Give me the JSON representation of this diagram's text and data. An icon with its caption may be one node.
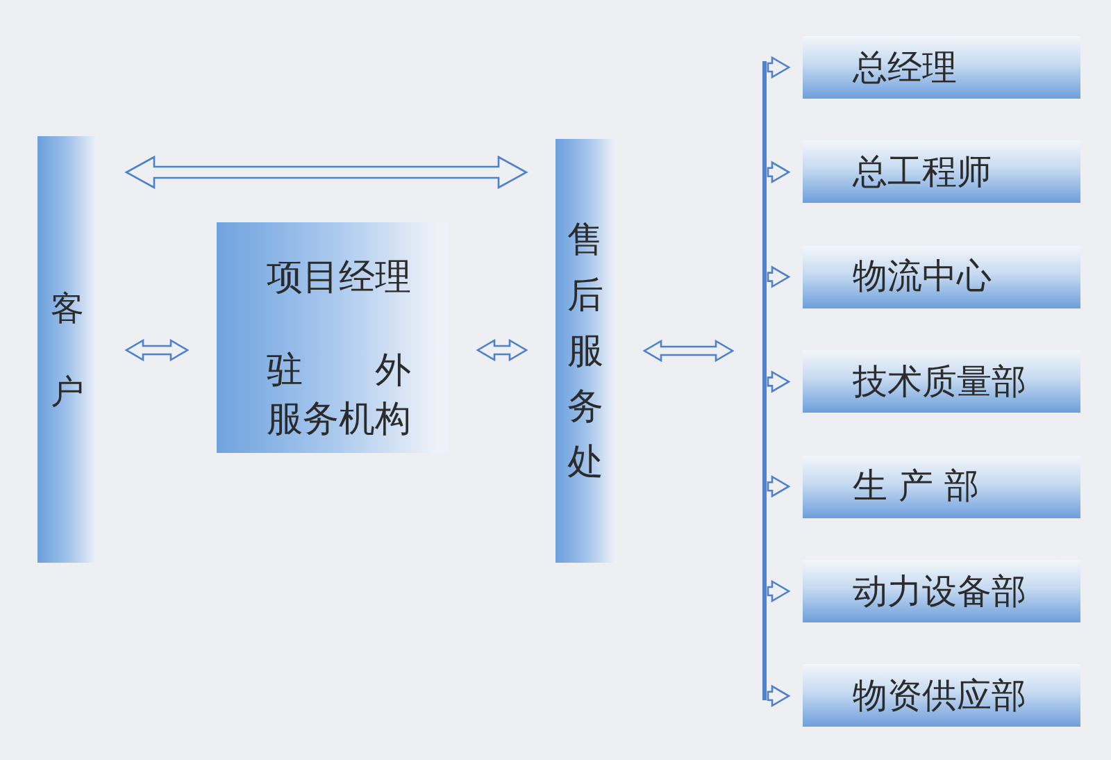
{
  "diagram": {
    "nodes": [
      {
        "text": [
          "客户"
        ]
      },
      {
        "text": [
          "项目经理",
          "驻外服务机构"
        ]
      },
      {
        "text": [
          "售后服务处"
        ]
      },
      {
        "text": [],
        "shape": "bar"
      },
      {
        "text": [
          "总经理"
        ]
      },
      {
        "text": [
          "总工程师"
        ]
      },
      {
        "text": [
          "物流中心"
        ]
      },
      {
        "text": [
          "技术质量部"
        ]
      },
      {
        "text": [
          "生 产 部"
        ]
      },
      {
        "text": [
          "动力设备部"
        ]
      },
      {
        "text": [
          "物资供应部"
        ]
      }
    ],
    "edges": [
      {
        "from": 0,
        "to": 2,
        "arrow": "both"
      },
      {
        "from": 0,
        "to": 1,
        "arrow": "both"
      },
      {
        "from": 1,
        "to": 2,
        "arrow": "both"
      },
      {
        "from": 2,
        "to": 3,
        "arrow": "both"
      },
      {
        "from": 3,
        "to": 4,
        "arrow": "to"
      },
      {
        "from": 3,
        "to": 5,
        "arrow": "to"
      },
      {
        "from": 3,
        "to": 6,
        "arrow": "to"
      },
      {
        "from": 3,
        "to": 7,
        "arrow": "to"
      },
      {
        "from": 3,
        "to": 8,
        "arrow": "to"
      },
      {
        "from": 3,
        "to": 9,
        "arrow": "to"
      },
      {
        "from": 3,
        "to": 10,
        "arrow": "to"
      }
    ]
  }
}
